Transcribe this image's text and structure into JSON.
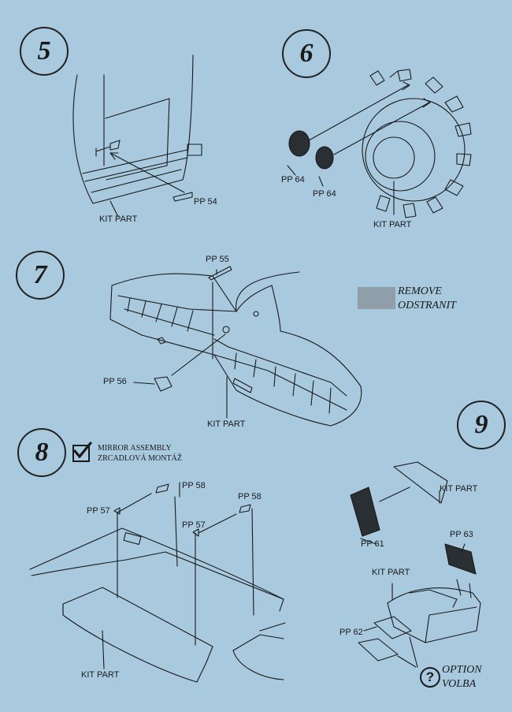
{
  "steps": [
    "5",
    "6",
    "7",
    "8",
    "9"
  ],
  "labels": {
    "pp54": "PP 54",
    "kit_part": "KIT PART",
    "pp64": "PP 64",
    "pp55": "PP 55",
    "pp56": "PP 56",
    "pp57": "PP 57",
    "pp58": "PP 58",
    "pp61": "PP 61",
    "pp62": "PP 62",
    "pp63": "PP 63"
  },
  "legend": {
    "remove_en": "REMOVE",
    "remove_cz": "ODSTRANIT",
    "remove_color": "#8f9ea8",
    "mirror_en": "MIRROR  ASSEMBLY",
    "mirror_cz": "ZRCADLOVÁ MONTÁŽ",
    "mirror_icon": "checkmark-icon",
    "option_en": "OPTION",
    "option_cz": "VOLBA",
    "option_icon": "question-icon",
    "option_symbol": "?"
  }
}
